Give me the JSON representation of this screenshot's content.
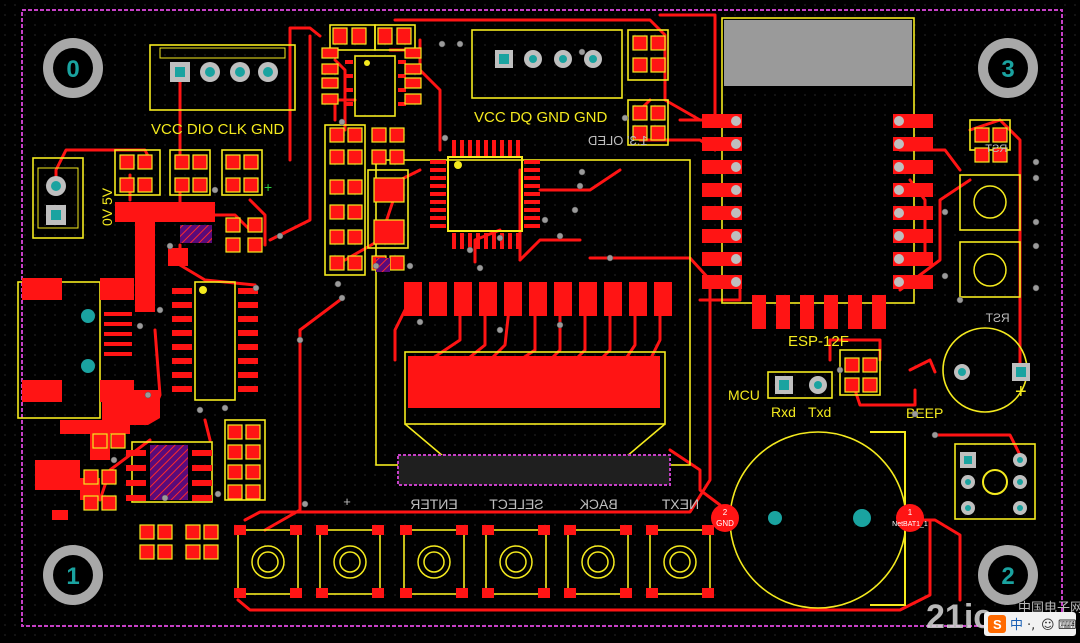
{
  "board": {
    "corners": [
      "0",
      "3",
      "1",
      "2"
    ],
    "headers": {
      "display_pins": "VCC DIO CLK GND",
      "sensor_pins": "VCC DQ GND GND",
      "oled_label": "1.3' OLED",
      "power_label": "0V 5V",
      "module": "ESP-12F",
      "mcu": "MCU",
      "rxd": "Rxd",
      "txd": "Txd",
      "beep": "BEEP",
      "rst": "RST",
      "reset_top": "RST",
      "gnd_pad_num": "2",
      "gnd_pad": "GND",
      "bat_pad_num": "1",
      "bat_pad": "NetBAT1_1"
    },
    "buttons": [
      "+",
      "ENTER",
      "SELECT",
      "BACK",
      "NEXT"
    ],
    "watermark": "21ic",
    "watermark_cn": "中国电子网"
  },
  "colors": {
    "copper": "#ff0000",
    "silk": "#f4ea1e",
    "outline": "#c63fc6",
    "via": "#9a9a9a",
    "drill": "#1aa3a0"
  }
}
